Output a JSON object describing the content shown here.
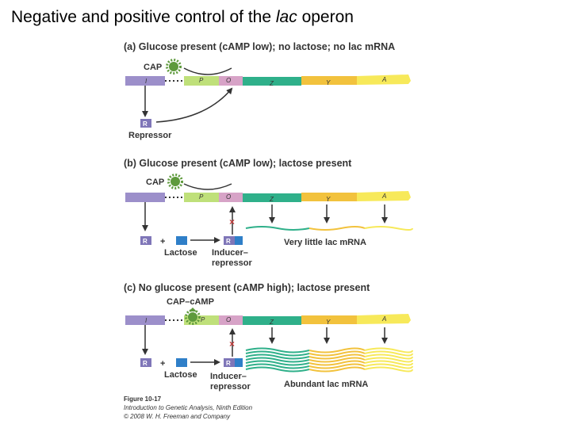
{
  "title": {
    "main": "Negative and positive control of the ",
    "italic": "lac",
    "tail": " operon"
  },
  "panels": {
    "a": {
      "header": "(a) Glucose present (cAMP low); no lactose; no lac mRNA"
    },
    "b": {
      "header": "(b) Glucose present (cAMP low); lactose present",
      "mrna": "Very little lac mRNA"
    },
    "c": {
      "header": "(c) No glucose present (cAMP high); lactose present",
      "mrna": "Abundant lac mRNA"
    }
  },
  "labels": {
    "cap": "CAP",
    "cap_camp": "CAP–cAMP",
    "repressor": "Repressor",
    "lactose": "Lactose",
    "inducer_line1": "Inducer–",
    "inducer_line2": "repressor",
    "plus": "+",
    "block_mark": "×"
  },
  "genes": {
    "i": "I",
    "p": "P",
    "o": "O",
    "z": "Z",
    "y": "Y",
    "a": "A",
    "r": "R"
  },
  "caption": {
    "figure": "Figure 10-17",
    "book": "Introduction to Genetic Analysis, Ninth Edition",
    "copyright": "© 2008 W. H. Freeman and Company"
  },
  "colors": {
    "i_gene": "#9c8fca",
    "promoter": "#bfe07a",
    "operator": "#d7a3c7",
    "z_gene": "#2fb08a",
    "y_gene": "#f2c23d",
    "a_gene": "#f7e95a",
    "repressor_box": "#7f76b8",
    "inducer_box": "#2f7fc8",
    "cap_protein": "#5e9a3c",
    "block_x": "#c23b3b",
    "arrow": "#333333"
  }
}
